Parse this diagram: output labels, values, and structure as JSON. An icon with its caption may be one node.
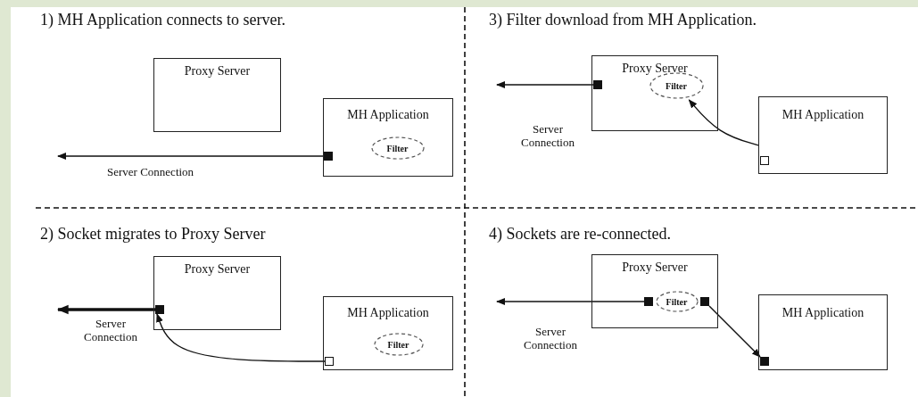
{
  "diagram": {
    "nodes": [
      {
        "text": [
          "Proxy Server"
        ]
      },
      {
        "text": [
          "MH Application"
        ]
      },
      {
        "text": [],
        "shape": "box",
        "in": 1
      },
      {
        "text": [
          "Filter"
        ],
        "in": 1
      },
      {
        "text": [
          "Proxy Server"
        ]
      },
      {
        "text": [
          "Filter"
        ],
        "in": 4
      },
      {
        "text": [],
        "shape": "box",
        "in": 4
      },
      {
        "text": [
          "MH Application"
        ]
      },
      {
        "text": [],
        "shape": "box",
        "in": 7
      },
      {
        "text": [
          "Proxy Server"
        ]
      },
      {
        "text": [],
        "shape": "box",
        "in": 9
      },
      {
        "text": [
          "MH Application"
        ]
      },
      {
        "text": [
          "Filter"
        ],
        "in": 11
      },
      {
        "text": [],
        "shape": "box",
        "in": 11
      },
      {
        "text": [
          "Proxy Server"
        ]
      },
      {
        "text": [],
        "shape": "box",
        "in": 14
      },
      {
        "text": [
          "Filter"
        ],
        "in": 14
      },
      {
        "text": [],
        "shape": "box",
        "in": 14
      },
      {
        "text": [
          "MH Application"
        ]
      },
      {
        "text": [],
        "shape": "box",
        "in": 18
      }
    ],
    "edges": [
      {
        "from": 2,
        "to": null,
        "arrow": "to",
        "label": "Server Connection"
      },
      {
        "from": 6,
        "to": null,
        "arrow": "to",
        "label": "Server Connection"
      },
      {
        "from": 7,
        "to": 5,
        "arrow": "to"
      },
      {
        "from": 10,
        "to": null,
        "arrow": "to",
        "label": "Server Connection",
        "style": "thick"
      },
      {
        "from": 13,
        "to": 10,
        "arrow": "to"
      },
      {
        "from": 15,
        "to": null,
        "arrow": "to",
        "label": "Server Connection"
      },
      {
        "from": 17,
        "to": 19,
        "arrow": "to"
      }
    ],
    "labels": [
      "1) MH Application connects to server.",
      "3) Filter download from MH Application.",
      "2) Socket migrates to Proxy Server",
      "4) Sockets are re-connected."
    ]
  }
}
